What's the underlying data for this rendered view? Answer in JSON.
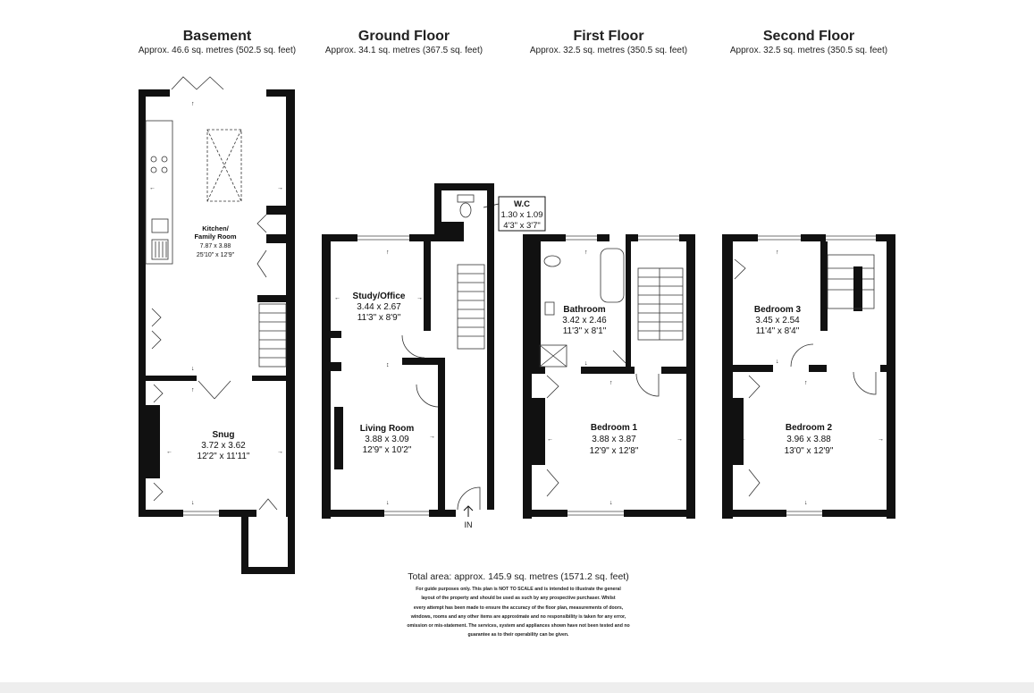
{
  "floors": [
    {
      "title": "Basement",
      "area": "Approx. 46.6 sq. metres (502.5 sq. feet)"
    },
    {
      "title": "Ground Floor",
      "area": "Approx. 34.1 sq. metres (367.5 sq. feet)"
    },
    {
      "title": "First Floor",
      "area": "Approx. 32.5 sq. metres (350.5 sq. feet)"
    },
    {
      "title": "Second Floor",
      "area": "Approx. 32.5 sq. metres (350.5 sq. feet)"
    }
  ],
  "rooms": {
    "kitchen": {
      "name1": "Kitchen/",
      "name2": "Family Room",
      "metric": "7.87 x 3.88",
      "imperial": "25'10\" x 12'9\""
    },
    "snug": {
      "name": "Snug",
      "metric": "3.72 x 3.62",
      "imperial": "12'2\" x 11'11\""
    },
    "study": {
      "name": "Study/Office",
      "metric": "3.44 x 2.67",
      "imperial": "11'3\" x 8'9\""
    },
    "living": {
      "name": "Living Room",
      "metric": "3.88 x 3.09",
      "imperial": "12'9\" x 10'2\""
    },
    "wc": {
      "name": "W.C",
      "metric": "1.30 x 1.09",
      "imperial": "4'3\" x 3'7\""
    },
    "bathroom": {
      "name": "Bathroom",
      "metric": "3.42 x 2.46",
      "imperial": "11'3\" x 8'1\""
    },
    "bedroom1": {
      "name": "Bedroom 1",
      "metric": "3.88 x 3.87",
      "imperial": "12'9\" x 12'8\""
    },
    "bedroom3": {
      "name": "Bedroom 3",
      "metric": "3.45 x 2.54",
      "imperial": "11'4\" x 8'4\""
    },
    "bedroom2": {
      "name": "Bedroom 2",
      "metric": "3.96 x 3.88",
      "imperial": "13'0\" x 12'9\""
    }
  },
  "entrance": "IN",
  "total_area": "Total area: approx. 145.9 sq. metres (1571.2 sq. feet)",
  "disclaimer": [
    "For guide purposes only. This plan is NOT TO SCALE and is intended to illustrate the general",
    "layout of the property and should be used as such by any prospective purchaser. Whilst",
    "every attempt has been made to ensure the accuracy of the floor plan, measurements of doors,",
    "windows, rooms and any other items are approximate and no responsibility is taken for any error,",
    "omission or mis-statement. The services, system and appliances shown have not been tested and no",
    "guarantee as to their operability can be given."
  ],
  "colors": {
    "wall": "#111111",
    "background": "#ffffff",
    "footer": "#eeeeee"
  }
}
